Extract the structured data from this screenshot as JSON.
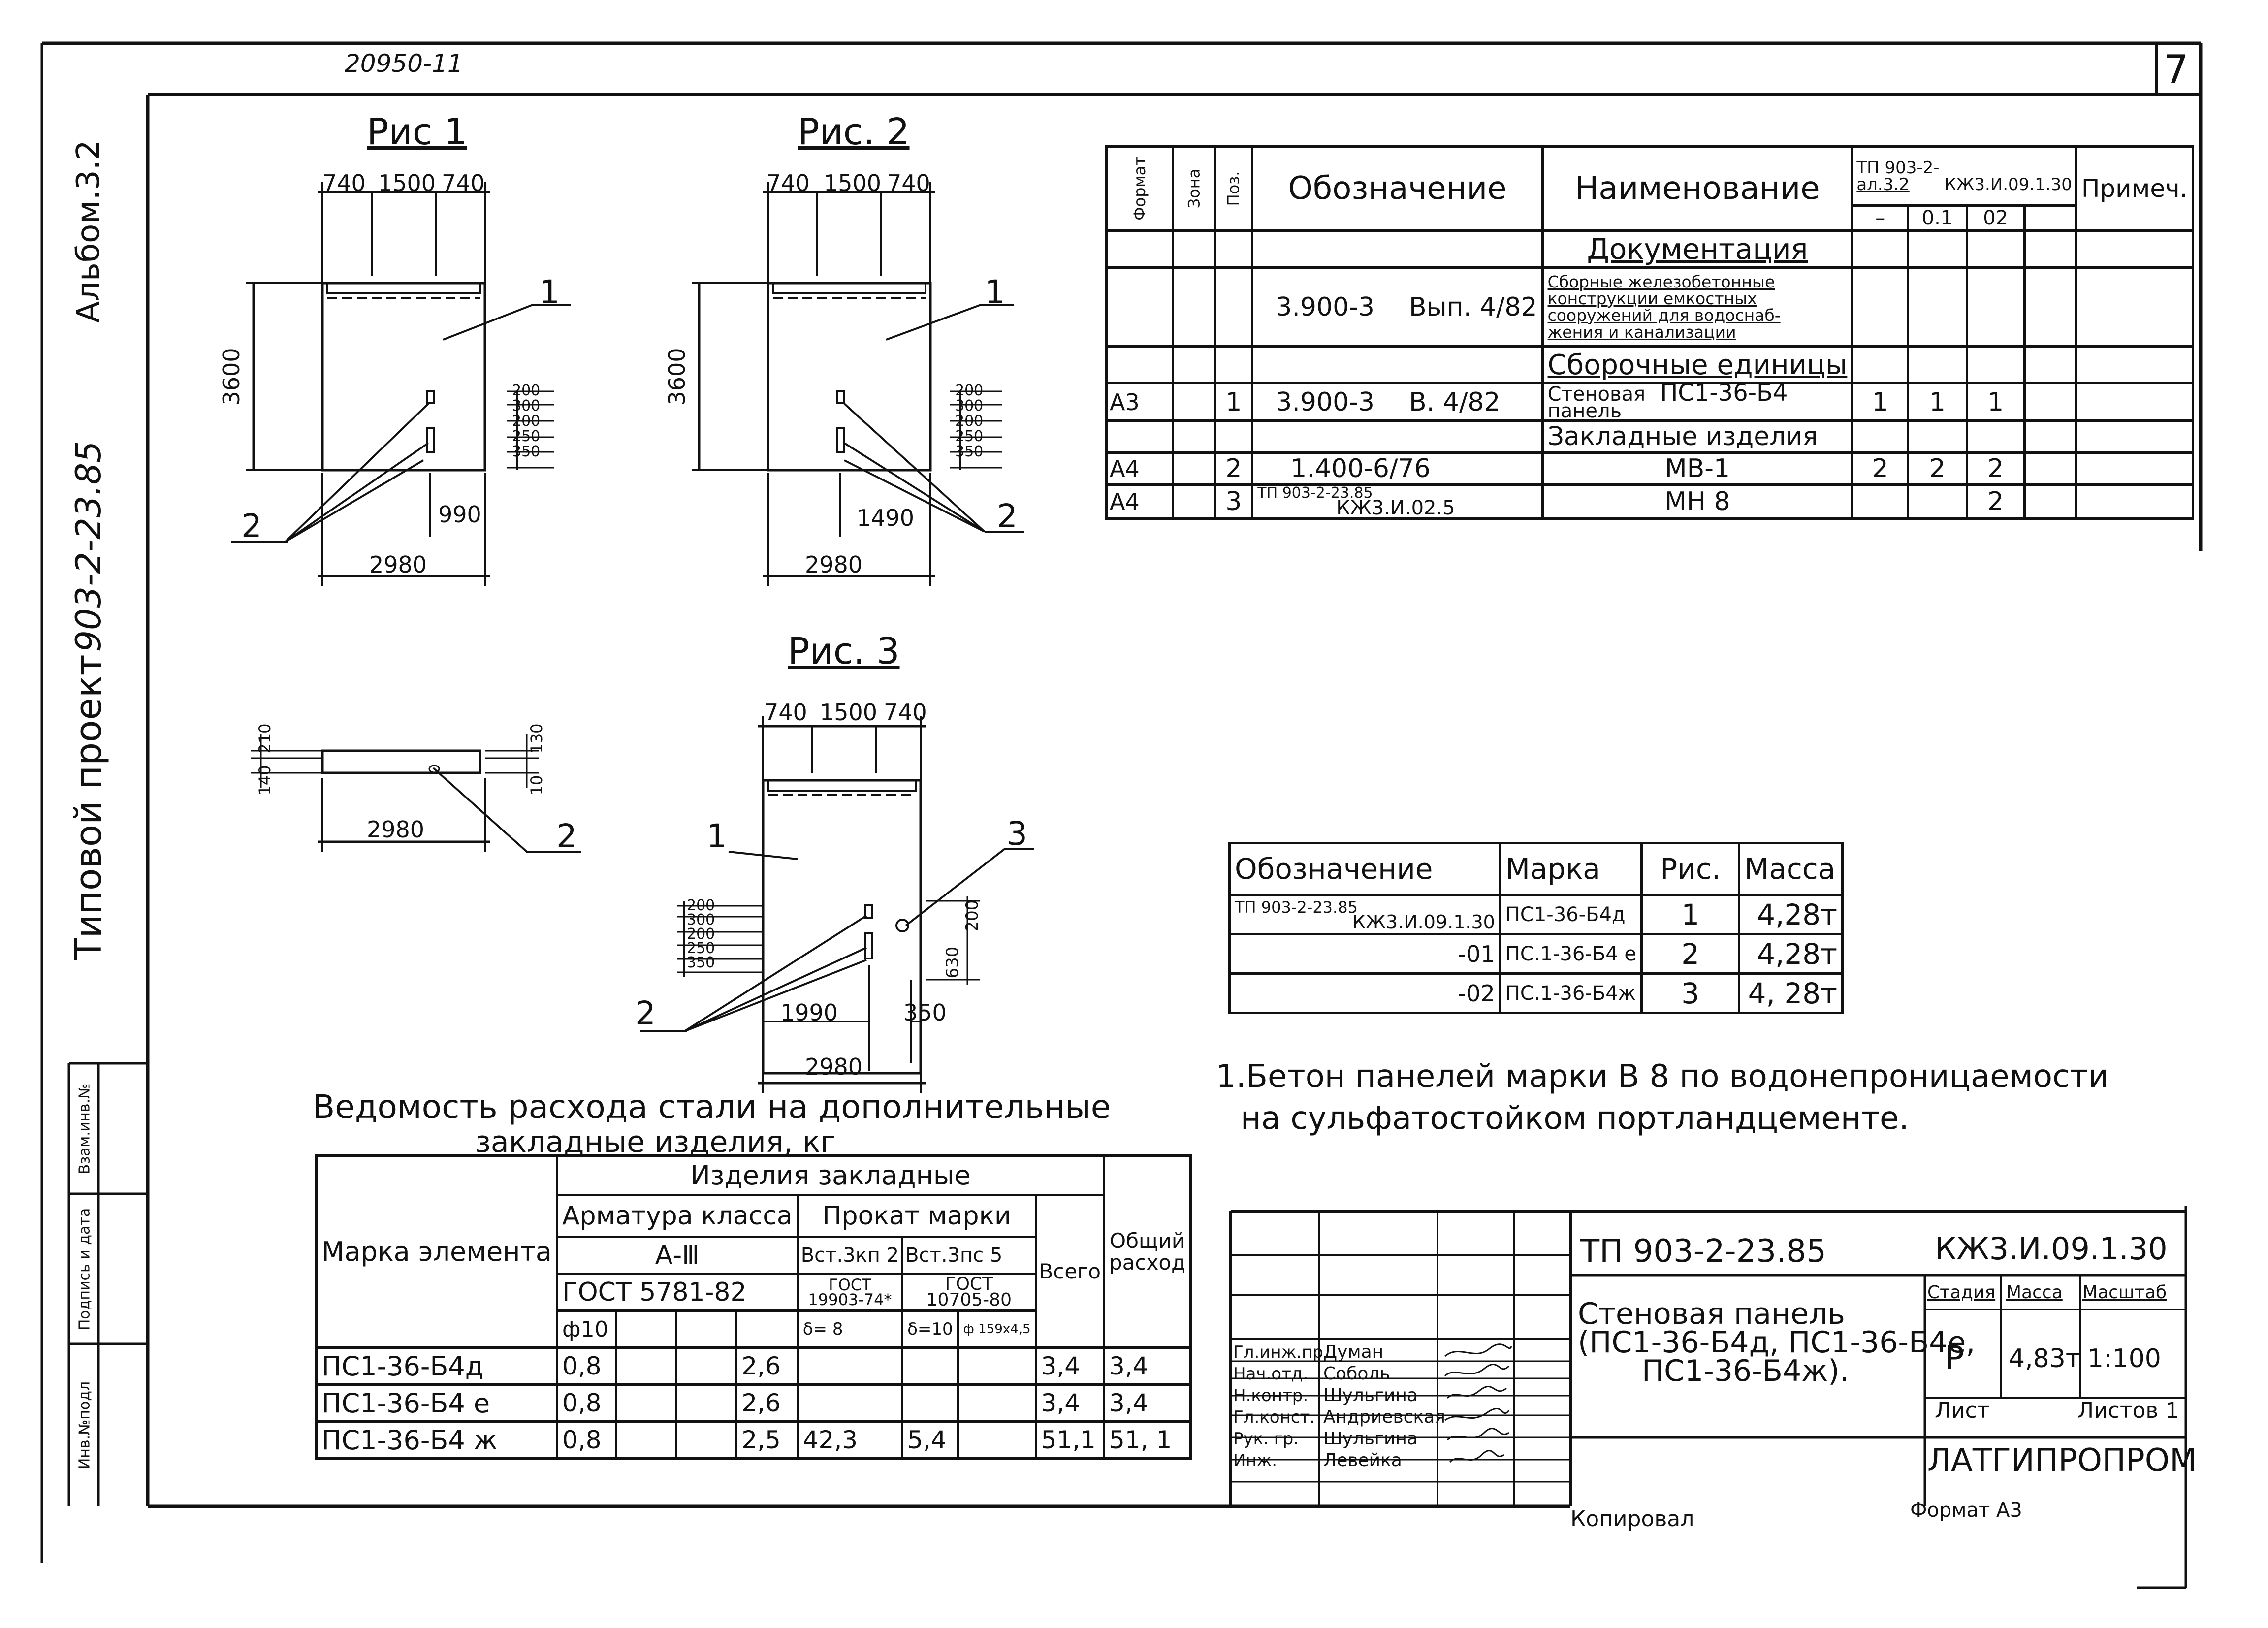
{
  "top_code": "20950-11",
  "sheet_num": "7",
  "side": {
    "album": "Альбом.3.2",
    "project_num": "903-2-23.85",
    "project_label": "Типовой проект",
    "stamp_cells": [
      "Инв.№подл",
      "Подпись и дата",
      "Взам.инв.№"
    ]
  },
  "fig1": {
    "title": "Рис 1",
    "dims_top": [
      "740",
      "1500",
      "740"
    ],
    "height": "3600",
    "right_dims": [
      "200",
      "300",
      "200",
      "250",
      "350"
    ],
    "dim_990": "990",
    "width": "2980",
    "callout_1": "1",
    "callout_2": "2"
  },
  "fig2": {
    "title": "Рис. 2",
    "dims_top": [
      "740",
      "1500",
      "740"
    ],
    "height": "3600",
    "right_dims": [
      "200",
      "300",
      "200",
      "250",
      "350"
    ],
    "dim_1490": "1490",
    "width": "2980",
    "callout_1": "1",
    "callout_2": "2"
  },
  "plan": {
    "dims_left": [
      "140",
      "210"
    ],
    "dims_right": [
      "130",
      "10"
    ],
    "width": "2980",
    "callout_2": "2"
  },
  "fig3": {
    "title": "Рис. 3",
    "dims_top": [
      "740",
      "1500",
      "740"
    ],
    "left_dims": [
      "200",
      "300",
      "200",
      "250",
      "350"
    ],
    "dim_1990": "1990",
    "dim_350": "350",
    "width": "2980",
    "right_dims": [
      "200",
      "630"
    ],
    "callout_1": "1",
    "callout_2": "2",
    "callout_3": "3"
  },
  "spec": {
    "headers": {
      "format": "Формат",
      "zone": "Зона",
      "pos": "Поз.",
      "designation": "Обозначение",
      "name": "Наименование",
      "tp_top": "ТП 903-2-",
      "tp_al": "ал.3.2",
      "tp_code": "КЖ3.И.09.1.30",
      "note": "Примеч.",
      "sub": [
        "–",
        "0.1",
        "02"
      ]
    },
    "section_docs": "Документация",
    "doc_designation": "3.900-3",
    "doc_issue": "Вып. 4/82",
    "doc_name_lines": [
      "Сборные железобетонные",
      "конструкции емкостных",
      "сооружений для водоснаб-",
      "жения и канализации"
    ],
    "section_asm": "Сборочные единицы",
    "row1": {
      "format": "А3",
      "pos": "1",
      "designation": "3.900-3",
      "issue": "В. 4/82",
      "name_a": "Стеновая",
      "name_b": "панель",
      "name_code": "ПС1-36-Б4",
      "q": [
        "1",
        "1",
        "1"
      ]
    },
    "section_embed": "Закладные изделия",
    "row2": {
      "format": "А4",
      "pos": "2",
      "designation": "1.400-6/76",
      "name": "МВ-1",
      "q": [
        "2",
        "2",
        "2"
      ]
    },
    "row3": {
      "format": "А4",
      "pos": "3",
      "designation_a": "ТП 903-2-23.85",
      "designation_b": "КЖ3.И.02.5",
      "name": "МН 8",
      "q3": "2"
    }
  },
  "marks": {
    "headers": [
      "Обозначение",
      "Марка",
      "Рис.",
      "Масса"
    ],
    "rows": [
      {
        "d_a": "ТП 903-2-23.85",
        "d_b": "КЖ3.И.09.1.30",
        "mark": "ПС1-36-Б4д",
        "fig": "1",
        "mass": "4,28т"
      },
      {
        "d_b": "-01",
        "mark": "ПС.1-36-Б4 е",
        "fig": "2",
        "mass": "4,28т"
      },
      {
        "d_b": "-02",
        "mark": "ПС.1-36-Б4ж",
        "fig": "3",
        "mass": "4, 28т"
      }
    ]
  },
  "note": {
    "line1": "1.Бетон панелей марки В 8 по водонепроницаемости",
    "line2": "на сульфатостойком портландцементе."
  },
  "steel": {
    "title_1": "Ведомость расхода стали на дополнительные",
    "title_2": "закладные изделия, кг",
    "h_element": "Марка элемента",
    "h_embedded": "Изделия закладные",
    "h_rebar": "Арматура класса",
    "h_rolled": "Прокат марки",
    "h_a3": "А-Ⅲ",
    "h_gost_rebar": "ГОСТ 5781-82",
    "h_vst2": "Вст.3кп 2",
    "h_vst5": "Вст.3пс 5",
    "h_gost1": "ГОСТ",
    "h_gost1b": "19903-74*",
    "h_gost2": "ГОСТ",
    "h_gost2b": "10705-80",
    "h_total": "Всего",
    "h_overall_1": "Общий",
    "h_overall_2": "расход",
    "h_phi10": "ф10",
    "h_d8": "δ= 8",
    "h_d10": "δ=10",
    "h_phi159": "ф 159х4,5",
    "rows": [
      {
        "mark": "ПС1-36-Б4д",
        "c1": "0,8",
        "c2": "2,6",
        "c3": "",
        "c4": "",
        "total": "3,4",
        "overall": "3,4"
      },
      {
        "mark": "ПС1-36-Б4 е",
        "c1": "0,8",
        "c2": "2,6",
        "c3": "",
        "c4": "",
        "total": "3,4",
        "overall": "3,4"
      },
      {
        "mark": "ПС1-36-Б4 ж",
        "c1": "0,8",
        "c2": "2,5",
        "c3": "42,3",
        "c4": "5,4",
        "total": "51,1",
        "overall": "51, 1"
      }
    ]
  },
  "title_block": {
    "project": "ТП 903-2-23.85",
    "code": "КЖ3.И.09.1.30",
    "title_1": "Стеновая панель",
    "title_2": "(ПС1-36-Б4д, ПС1-36-Б4е,",
    "title_3": "ПС1-36-Б4ж).",
    "stage_h": "Стадия",
    "mass_h": "Масса",
    "scale_h": "Масштаб",
    "stage": "Р",
    "mass": "4,83т",
    "scale": "1:100",
    "sheet_h": "Лист",
    "sheets_h": "Листов 1",
    "org": "ЛАТГИПРОПРОМ",
    "people": [
      {
        "role": "Гл.инж.пр",
        "name": "Думан"
      },
      {
        "role": "Нач.отд.",
        "name": "Соболь"
      },
      {
        "role": "Н.контр.",
        "name": "Шульгина"
      },
      {
        "role": "Гл.конст.",
        "name": "Андриевская"
      },
      {
        "role": "Рук. гр.",
        "name": "Шульгина"
      },
      {
        "role": "Инж.",
        "name": "Левейка"
      }
    ],
    "copied": "Копировал",
    "format": "Формат А3"
  }
}
